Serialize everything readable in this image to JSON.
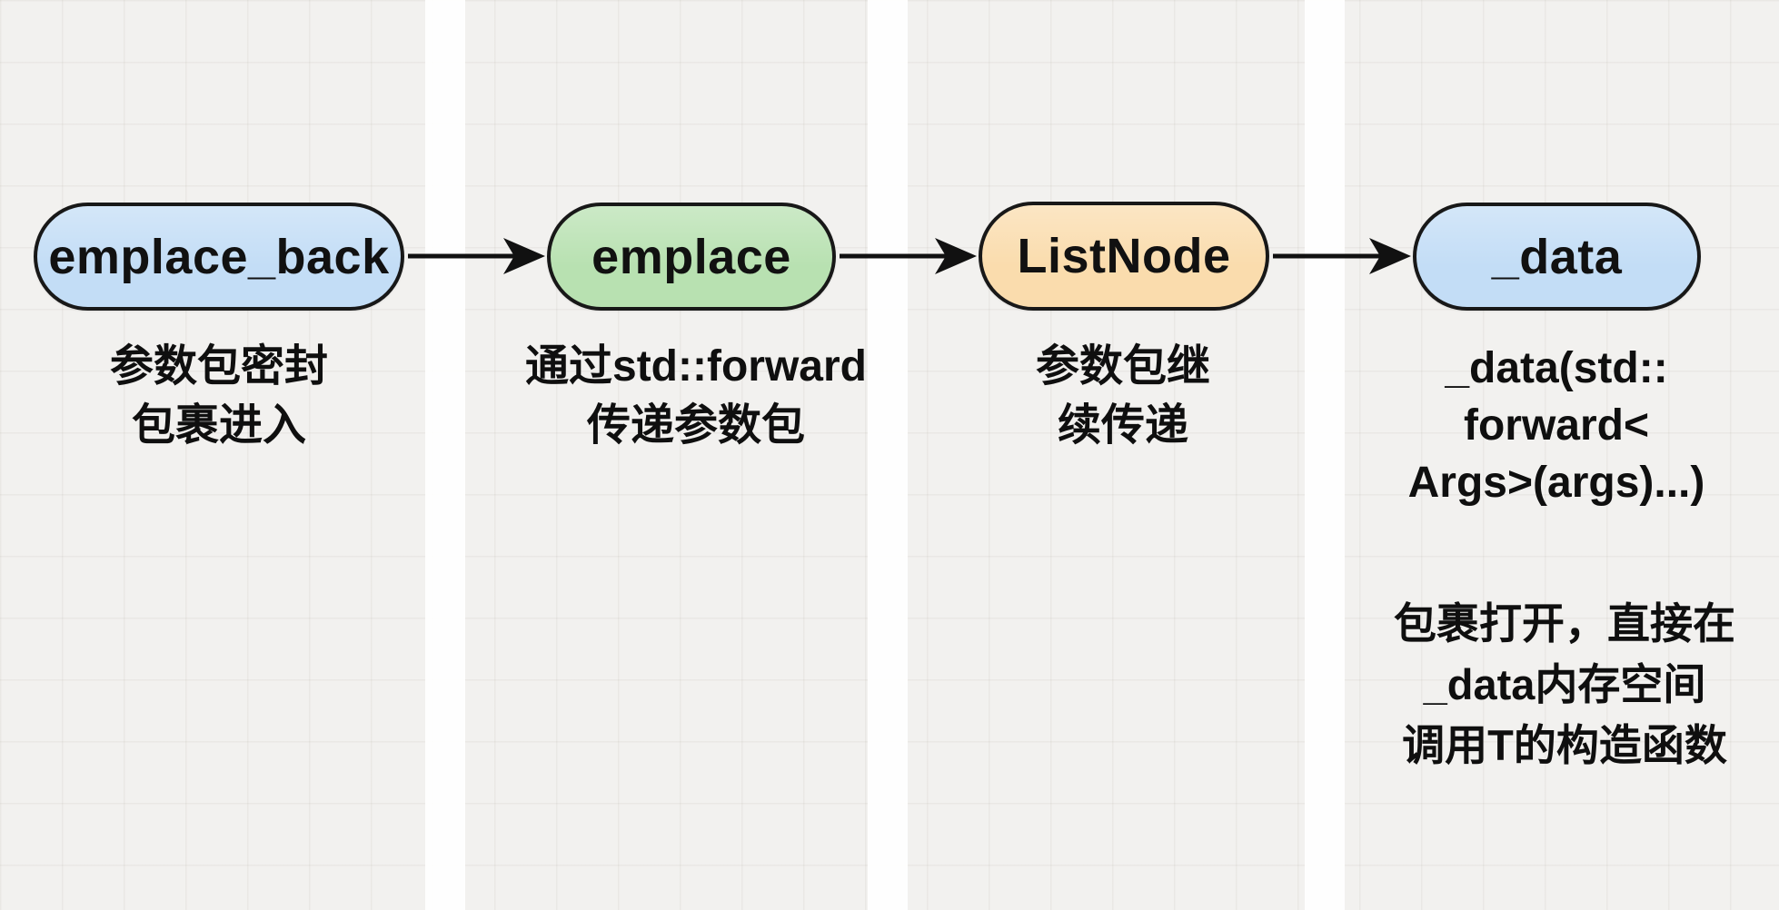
{
  "diagram": {
    "nodes": [
      {
        "label": "emplace_back",
        "caption": "参数包密封\n包裹进入",
        "fill": "node_blue"
      },
      {
        "label": "emplace",
        "caption": "通过std::forward\n传递参数包",
        "fill": "node_green"
      },
      {
        "label": "ListNode",
        "caption": "参数包继\n续传递",
        "fill": "node_orange"
      },
      {
        "label": "_data",
        "caption": "_data(std::\nforward<\nArgs>(args)...)",
        "fill": "node_blue"
      }
    ],
    "note": "包裹打开，直接在\n_data内存空间\n调用T的构造函数",
    "flow": "emplace_back → emplace → ListNode → _data"
  },
  "colors": {
    "node_blue": "#c3ddf6",
    "node_green": "#b8e1b1",
    "node_orange": "#fadcad",
    "outline": "#181818",
    "arrow": "#111111",
    "text": "#0f0f0f",
    "background": "#f2f1ef",
    "page_stripe": "#ffffff"
  }
}
